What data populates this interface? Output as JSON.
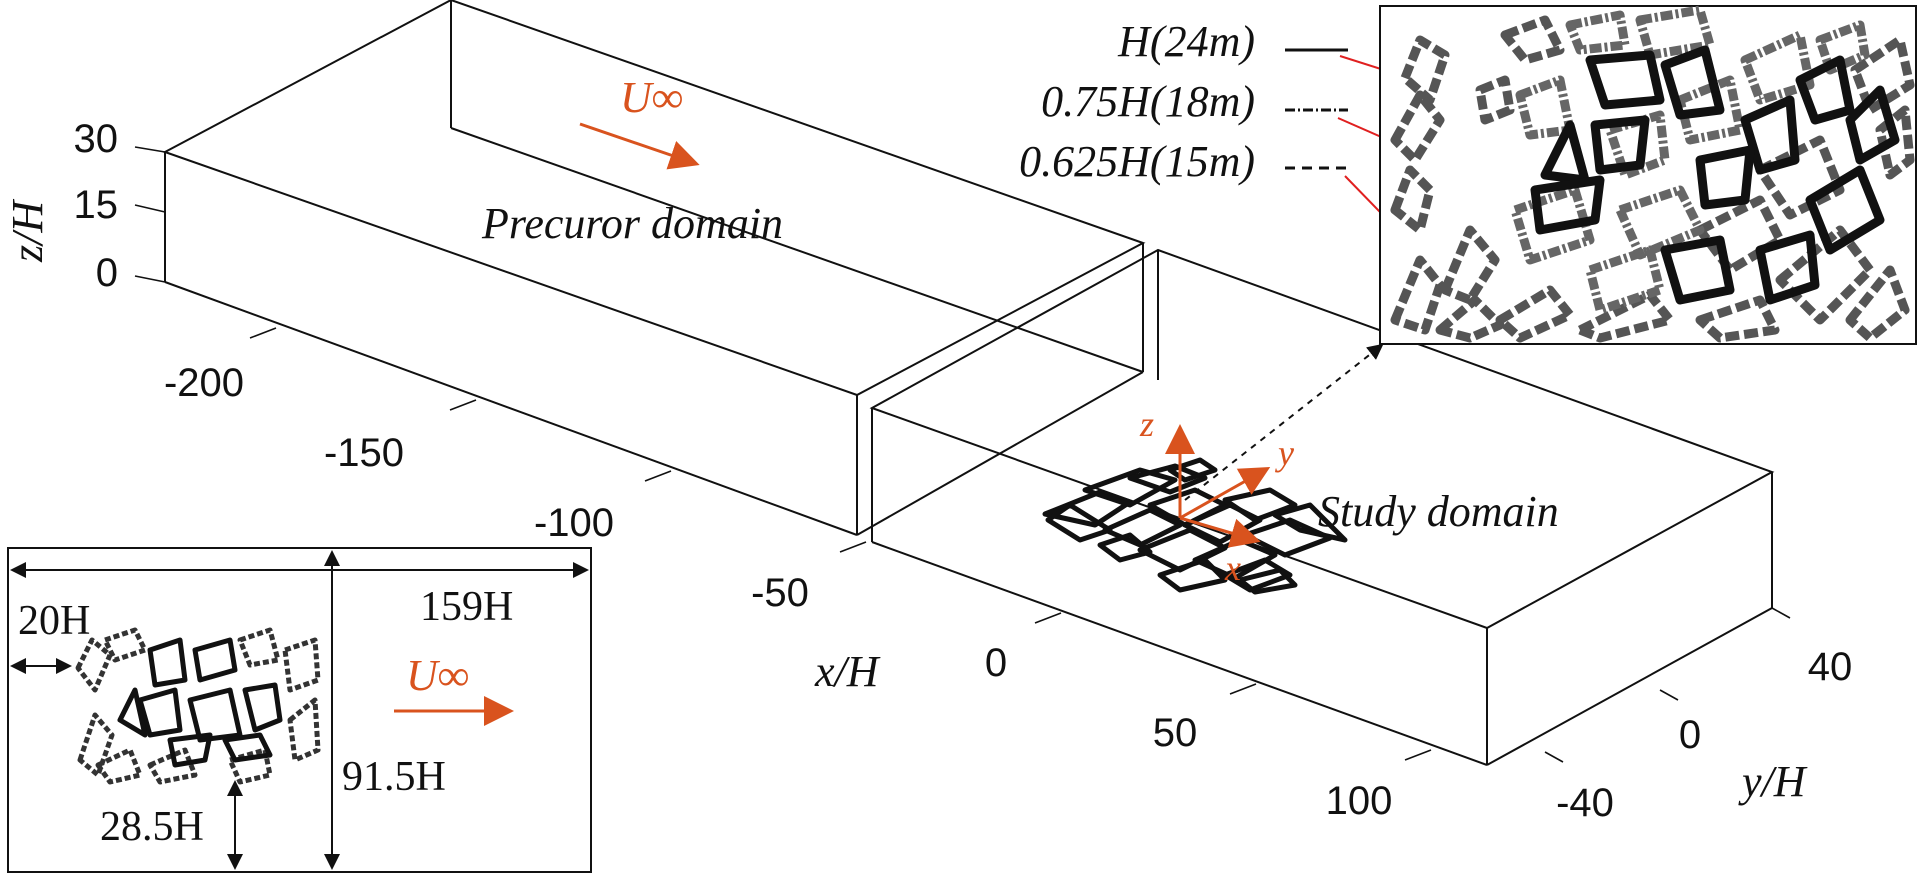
{
  "labels": {
    "precursor_domain": "Precuror domain",
    "study_domain": "Study domain",
    "u_inf_main": "U∞",
    "u_inf_inset": "U∞",
    "axis_z": "z",
    "axis_y": "y",
    "axis_x": "x"
  },
  "axes": {
    "z_label": "z/H",
    "x_label": "x/H",
    "y_label": "y/H",
    "z_ticks": [
      "30",
      "15",
      "0"
    ],
    "x_ticks": [
      "-200",
      "-150",
      "-100",
      "-50",
      "0",
      "50",
      "100"
    ],
    "y_ticks": [
      "40",
      "0",
      "-40"
    ]
  },
  "legend": {
    "entries": [
      {
        "label": "H(24m)",
        "style": "solid"
      },
      {
        "label": "0.75H(18m)",
        "style": "dash-dot"
      },
      {
        "label": "0.625H(15m)",
        "style": "dashed"
      }
    ]
  },
  "inset_dimensions": {
    "total_length": "159H",
    "inlet_gap": "20H",
    "width": "91.5H",
    "lateral_offset": "28.5H"
  },
  "colors": {
    "accent_orange": "#d9531e",
    "arrow_red": "#e02020",
    "line": "#111111"
  }
}
